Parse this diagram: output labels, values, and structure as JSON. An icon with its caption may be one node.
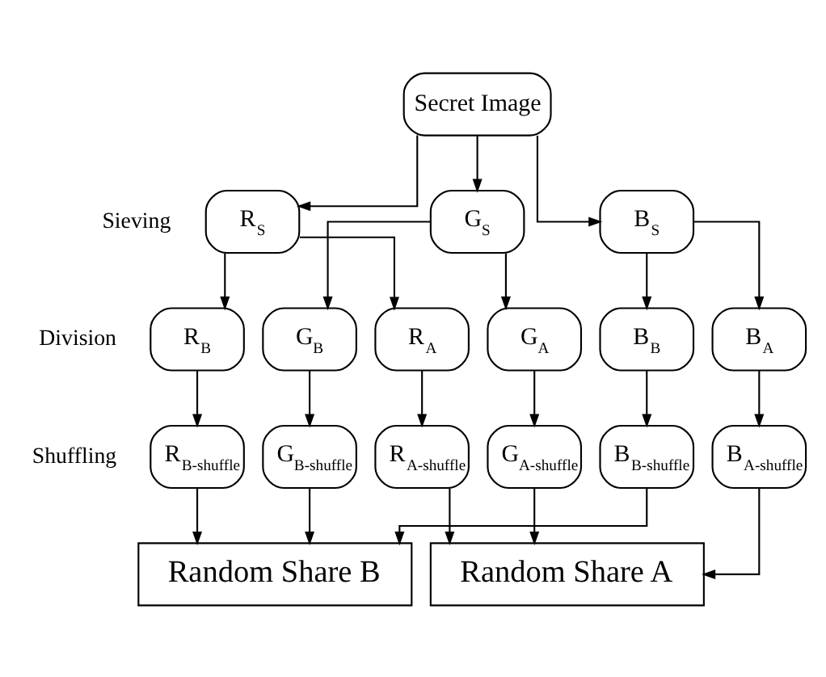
{
  "diagram": {
    "nodes": [
      {
        "text": [
          "Secret Image"
        ]
      },
      {
        "text": [
          "R$_{S}$"
        ]
      },
      {
        "text": [
          "G$_{S}$"
        ]
      },
      {
        "text": [
          "B$_{S}$"
        ]
      },
      {
        "text": [
          "R$_{A}$"
        ]
      },
      {
        "text": [
          "R$_{B}$"
        ]
      },
      {
        "text": [
          "G$_{A}$"
        ]
      },
      {
        "text": [
          "G$_{B}$"
        ]
      },
      {
        "text": [
          "B$_{A}$"
        ]
      },
      {
        "text": [
          "B$_{B}$"
        ]
      },
      {
        "text": [
          "R$_{A-shuffle}$"
        ]
      },
      {
        "text": [
          "R$_{B-shuffle}$"
        ]
      },
      {
        "text": [
          "G$_{A-shuffle}$"
        ]
      },
      {
        "text": [
          "G$_{B-shuffle}$"
        ]
      },
      {
        "text": [
          "B$_{A-shuffle}$"
        ]
      },
      {
        "text": [
          "B$_{B-shuffle}$"
        ]
      },
      {
        "text": [
          "Random Share A"
        ]
      },
      {
        "text": [
          "Random Share B"
        ]
      }
    ],
    "edges": [
      {
        "from": 0,
        "to": 1,
        "arrow": "to"
      },
      {
        "from": 0,
        "to": 2,
        "arrow": "to"
      },
      {
        "from": 0,
        "to": 3,
        "arrow": "to"
      },
      {
        "from": 1,
        "to": 4,
        "arrow": "to"
      },
      {
        "from": 1,
        "to": 5,
        "arrow": "to"
      },
      {
        "from": 2,
        "to": 6,
        "arrow": "to"
      },
      {
        "from": 2,
        "to": 7,
        "arrow": "to"
      },
      {
        "from": 3,
        "to": 8,
        "arrow": "to"
      },
      {
        "from": 3,
        "to": 9,
        "arrow": "to"
      },
      {
        "from": 4,
        "to": 10,
        "arrow": "to"
      },
      {
        "from": 5,
        "to": 11,
        "arrow": "to"
      },
      {
        "from": 6,
        "to": 12,
        "arrow": "to"
      },
      {
        "from": 7,
        "to": 13,
        "arrow": "to"
      },
      {
        "from": 8,
        "to": 14,
        "arrow": "to"
      },
      {
        "from": 9,
        "to": 15,
        "arrow": "to"
      },
      {
        "from": 10,
        "to": 16,
        "arrow": "to"
      },
      {
        "from": 12,
        "to": 16,
        "arrow": "to"
      },
      {
        "from": 14,
        "to": 16,
        "arrow": "to"
      },
      {
        "from": 11,
        "to": 17,
        "arrow": "to"
      },
      {
        "from": 13,
        "to": 17,
        "arrow": "to"
      },
      {
        "from": 15,
        "to": 17,
        "arrow": "to"
      }
    ],
    "labels": [
      "Sieving",
      "Division",
      "Shuffling"
    ]
  }
}
